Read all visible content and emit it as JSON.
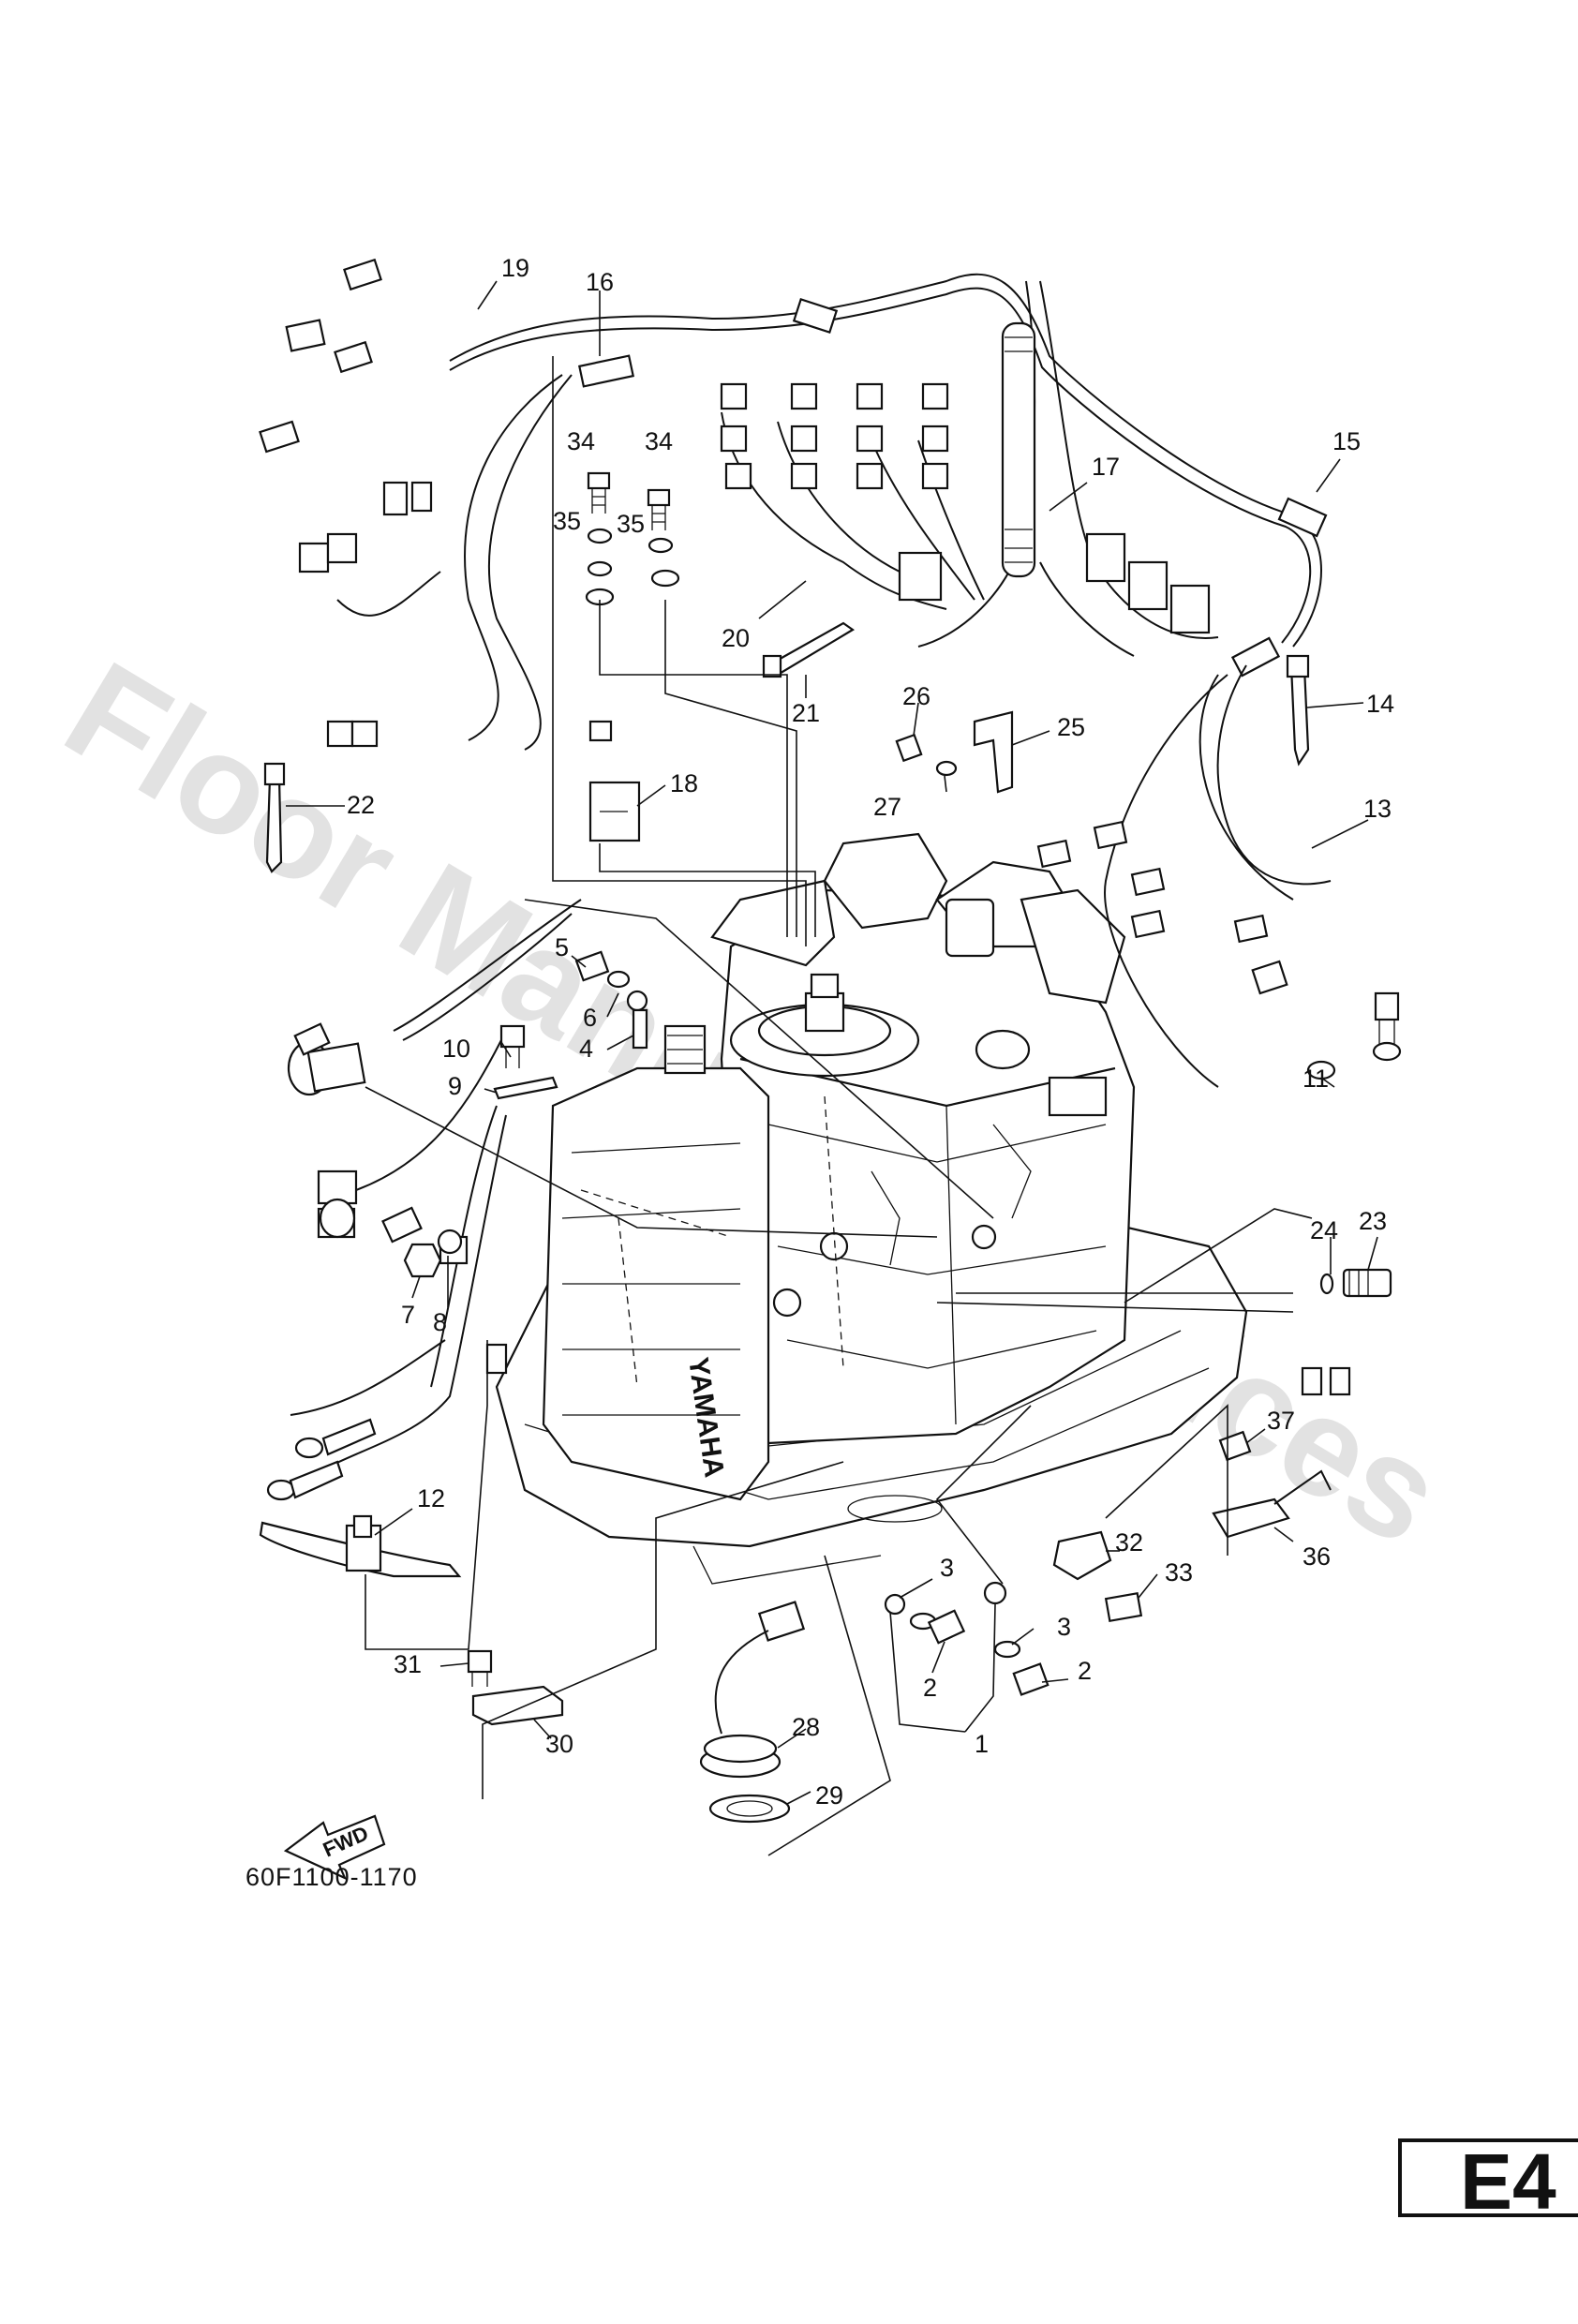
{
  "watermark": "Floor Manuals Services",
  "drawing_code": "60F1100-1170",
  "page_tab": "E4",
  "fwd_arrow": "FWD",
  "brand_mark": "YAMAHA",
  "callouts": [
    {
      "id": "c1",
      "label": "1"
    },
    {
      "id": "c2a",
      "label": "2"
    },
    {
      "id": "c2b",
      "label": "2"
    },
    {
      "id": "c3a",
      "label": "3"
    },
    {
      "id": "c3b",
      "label": "3"
    },
    {
      "id": "c4",
      "label": "4"
    },
    {
      "id": "c5",
      "label": "5"
    },
    {
      "id": "c6",
      "label": "6"
    },
    {
      "id": "c7",
      "label": "7"
    },
    {
      "id": "c8",
      "label": "8"
    },
    {
      "id": "c9",
      "label": "9"
    },
    {
      "id": "c10",
      "label": "10"
    },
    {
      "id": "c11",
      "label": "11"
    },
    {
      "id": "c12",
      "label": "12"
    },
    {
      "id": "c13",
      "label": "13"
    },
    {
      "id": "c14",
      "label": "14"
    },
    {
      "id": "c15",
      "label": "15"
    },
    {
      "id": "c16",
      "label": "16"
    },
    {
      "id": "c17",
      "label": "17"
    },
    {
      "id": "c18",
      "label": "18"
    },
    {
      "id": "c19",
      "label": "19"
    },
    {
      "id": "c20",
      "label": "20"
    },
    {
      "id": "c21",
      "label": "21"
    },
    {
      "id": "c22",
      "label": "22"
    },
    {
      "id": "c23",
      "label": "23"
    },
    {
      "id": "c24",
      "label": "24"
    },
    {
      "id": "c25",
      "label": "25"
    },
    {
      "id": "c26",
      "label": "26"
    },
    {
      "id": "c27",
      "label": "27"
    },
    {
      "id": "c28",
      "label": "28"
    },
    {
      "id": "c29",
      "label": "29"
    },
    {
      "id": "c30",
      "label": "30"
    },
    {
      "id": "c31",
      "label": "31"
    },
    {
      "id": "c32",
      "label": "32"
    },
    {
      "id": "c33",
      "label": "33"
    },
    {
      "id": "c34a",
      "label": "34"
    },
    {
      "id": "c34b",
      "label": "34"
    },
    {
      "id": "c35a",
      "label": "35"
    },
    {
      "id": "c35b",
      "label": "35"
    },
    {
      "id": "c36",
      "label": "36"
    },
    {
      "id": "c37",
      "label": "37"
    }
  ]
}
